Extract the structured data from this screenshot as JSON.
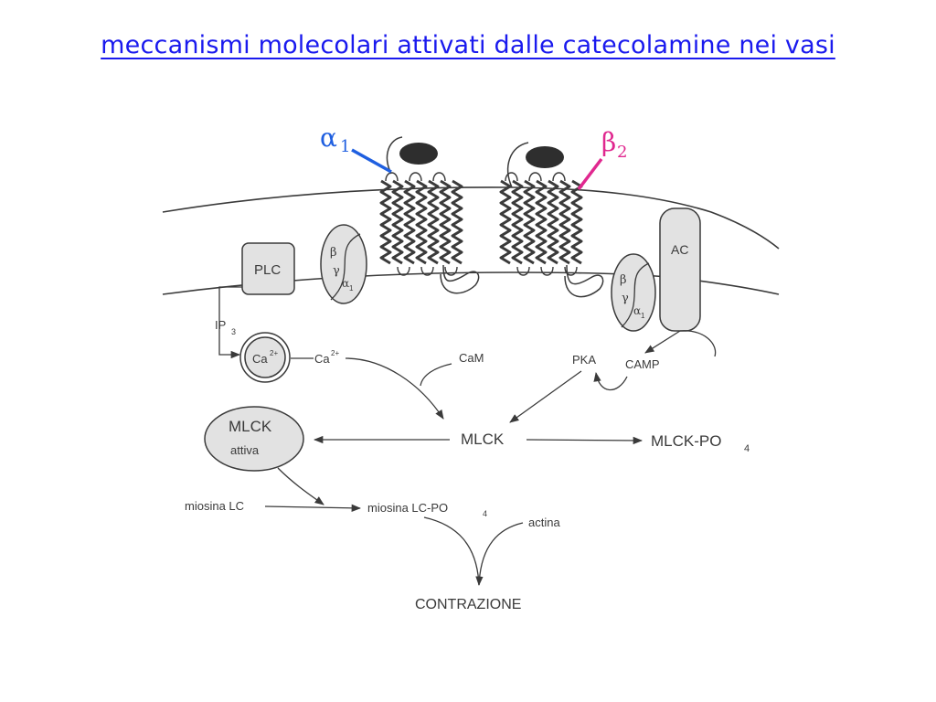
{
  "slide": {
    "title": "meccanismi molecolari attivati dalle catecolamine nei vasi"
  },
  "receptors": {
    "alpha1": {
      "symbol": "α",
      "subscript": "1",
      "color": "#1f5fe0"
    },
    "beta2": {
      "symbol": "β",
      "subscript": "2",
      "color": "#e0288f"
    }
  },
  "g_protein": {
    "beta": "β",
    "gamma": "γ",
    "alpha": "α",
    "alpha_sub": "1"
  },
  "labels": {
    "plc": "PLC",
    "ac": "AC",
    "ip3": "IP",
    "ip3_sub": "3",
    "ca_store": "Ca",
    "ca_store_sup": "2+",
    "ca_free": "Ca",
    "ca_free_sup": "2+",
    "cam": "CaM",
    "pka": "PKA",
    "camp": "CAMP",
    "mlck": "MLCK",
    "mlck_active_1": "MLCK",
    "mlck_active_2": "attiva",
    "mlck_po4": "MLCK-PO",
    "mlck_po4_sub": "4",
    "miosina_lc": "miosina LC",
    "miosina_lc_po4": "miosina LC-PO",
    "miosina_lc_po4_sub": "4",
    "actina": "actina",
    "contrazione": "CONTRAZIONE"
  },
  "colors": {
    "title": "#1a1aee",
    "line": "#3a3a3a",
    "box_fill": "#e2e2e2",
    "ligand": "#2e2e2e"
  }
}
